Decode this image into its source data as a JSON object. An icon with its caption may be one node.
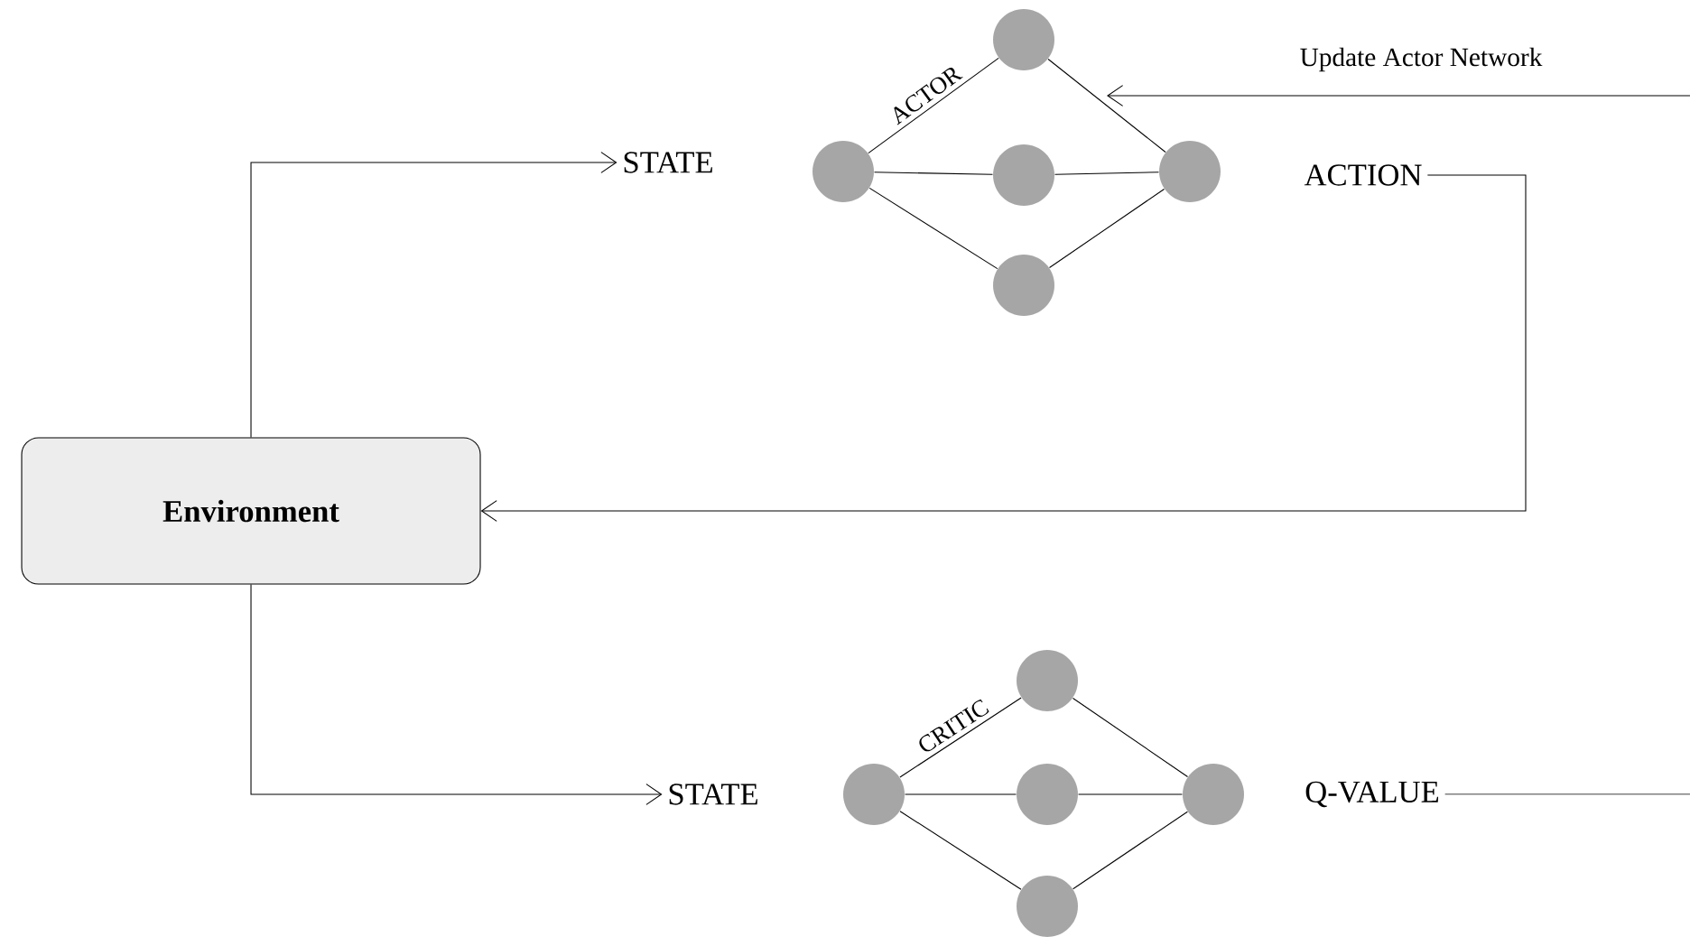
{
  "diagram": {
    "nodes": [
      {
        "text": [
          "Environment"
        ]
      },
      {
        "text": [
          "STATE"
        ]
      },
      {
        "text": [
          "ACTION"
        ]
      },
      {
        "text": [
          "STATE"
        ]
      },
      {
        "text": [
          "Q-VALUE"
        ]
      },
      {
        "text": [],
        "shape": "circle"
      },
      {
        "text": [],
        "shape": "circle"
      },
      {
        "text": [],
        "shape": "circle"
      },
      {
        "text": [],
        "shape": "circle"
      },
      {
        "text": [],
        "shape": "circle"
      },
      {
        "text": [],
        "shape": "circle"
      },
      {
        "text": [],
        "shape": "circle"
      },
      {
        "text": [],
        "shape": "circle"
      },
      {
        "text": [],
        "shape": "circle"
      },
      {
        "text": [],
        "shape": "circle"
      }
    ],
    "edges": [
      {
        "from": 0,
        "to": 1,
        "arrow": "to"
      },
      {
        "from": 2,
        "to": 0,
        "arrow": "to"
      },
      {
        "from": 0,
        "to": 3,
        "arrow": "to"
      },
      {
        "from": 4,
        "to": null,
        "arrow": "none"
      },
      {
        "from": null,
        "to": 6,
        "arrow": "to",
        "label": "Update Actor Network"
      },
      {
        "from": 5,
        "to": 6,
        "arrow": "none",
        "label": "ACTOR"
      },
      {
        "from": 5,
        "to": 7,
        "arrow": "none"
      },
      {
        "from": 7,
        "to": 8,
        "arrow": "none"
      },
      {
        "from": 6,
        "to": 8,
        "arrow": "none"
      },
      {
        "from": 5,
        "to": 9,
        "arrow": "none"
      },
      {
        "from": 9,
        "to": 8,
        "arrow": "none"
      },
      {
        "from": 10,
        "to": 11,
        "arrow": "none",
        "label": "CRITIC"
      },
      {
        "from": 10,
        "to": 12,
        "arrow": "none"
      },
      {
        "from": 12,
        "to": 13,
        "arrow": "none"
      },
      {
        "from": 11,
        "to": 13,
        "arrow": "none"
      },
      {
        "from": 10,
        "to": 14,
        "arrow": "none"
      },
      {
        "from": 14,
        "to": 13,
        "arrow": "none"
      }
    ]
  }
}
